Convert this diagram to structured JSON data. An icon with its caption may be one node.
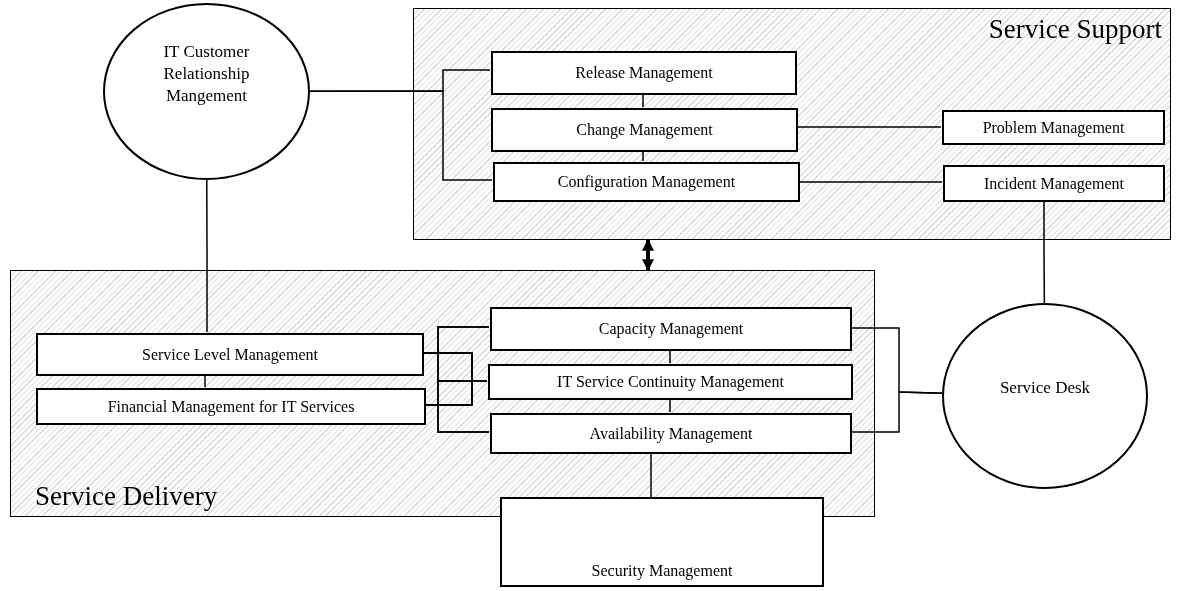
{
  "diagram": {
    "nodes": [
      {
        "text": [
          "IT Customer Relationship Mangement"
        ]
      },
      {
        "text": [
          "Service Support"
        ]
      },
      {
        "text": [
          "Release Management"
        ],
        "in": 1
      },
      {
        "text": [
          "Change Management"
        ],
        "in": 1
      },
      {
        "text": [
          "Configuration Management"
        ],
        "in": 1
      },
      {
        "text": [
          "Problem Management"
        ],
        "in": 1
      },
      {
        "text": [
          "Incident Management"
        ],
        "in": 1
      },
      {
        "text": [
          "Service Delivery"
        ]
      },
      {
        "text": [
          "Service Level Management"
        ],
        "in": 7
      },
      {
        "text": [
          "Financial Management for IT Services"
        ],
        "in": 7
      },
      {
        "text": [
          "Capacity Management"
        ],
        "in": 7
      },
      {
        "text": [
          "IT Service Continuity Management"
        ],
        "in": 7
      },
      {
        "text": [
          "Availability Management"
        ],
        "in": 7
      },
      {
        "text": [
          "Service Desk"
        ]
      },
      {
        "text": [
          "Security Management"
        ]
      }
    ],
    "edges": [
      {
        "from": 0,
        "to": 2,
        "arrow": "none"
      },
      {
        "from": 0,
        "to": 4,
        "arrow": "none"
      },
      {
        "from": 2,
        "to": 3,
        "arrow": "none"
      },
      {
        "from": 3,
        "to": 4,
        "arrow": "none"
      },
      {
        "from": 3,
        "to": 5,
        "arrow": "none"
      },
      {
        "from": 4,
        "to": 6,
        "arrow": "none"
      },
      {
        "from": 6,
        "to": 13,
        "arrow": "none"
      },
      {
        "from": 1,
        "to": 7,
        "arrow": "both",
        "style": "thick"
      },
      {
        "from": 0,
        "to": 8,
        "arrow": "none"
      },
      {
        "from": 8,
        "to": 9,
        "arrow": "none"
      },
      {
        "from": 8,
        "to": 10,
        "arrow": "none"
      },
      {
        "from": 8,
        "to": 11,
        "arrow": "none"
      },
      {
        "from": 8,
        "to": 12,
        "arrow": "none"
      },
      {
        "from": 9,
        "to": 10,
        "arrow": "none"
      },
      {
        "from": 9,
        "to": 11,
        "arrow": "none"
      },
      {
        "from": 9,
        "to": 12,
        "arrow": "none"
      },
      {
        "from": 10,
        "to": 11,
        "arrow": "none"
      },
      {
        "from": 11,
        "to": 12,
        "arrow": "none"
      },
      {
        "from": 10,
        "to": 13,
        "arrow": "none"
      },
      {
        "from": 12,
        "to": 13,
        "arrow": "none"
      },
      {
        "from": 12,
        "to": 14,
        "arrow": "none"
      }
    ]
  }
}
